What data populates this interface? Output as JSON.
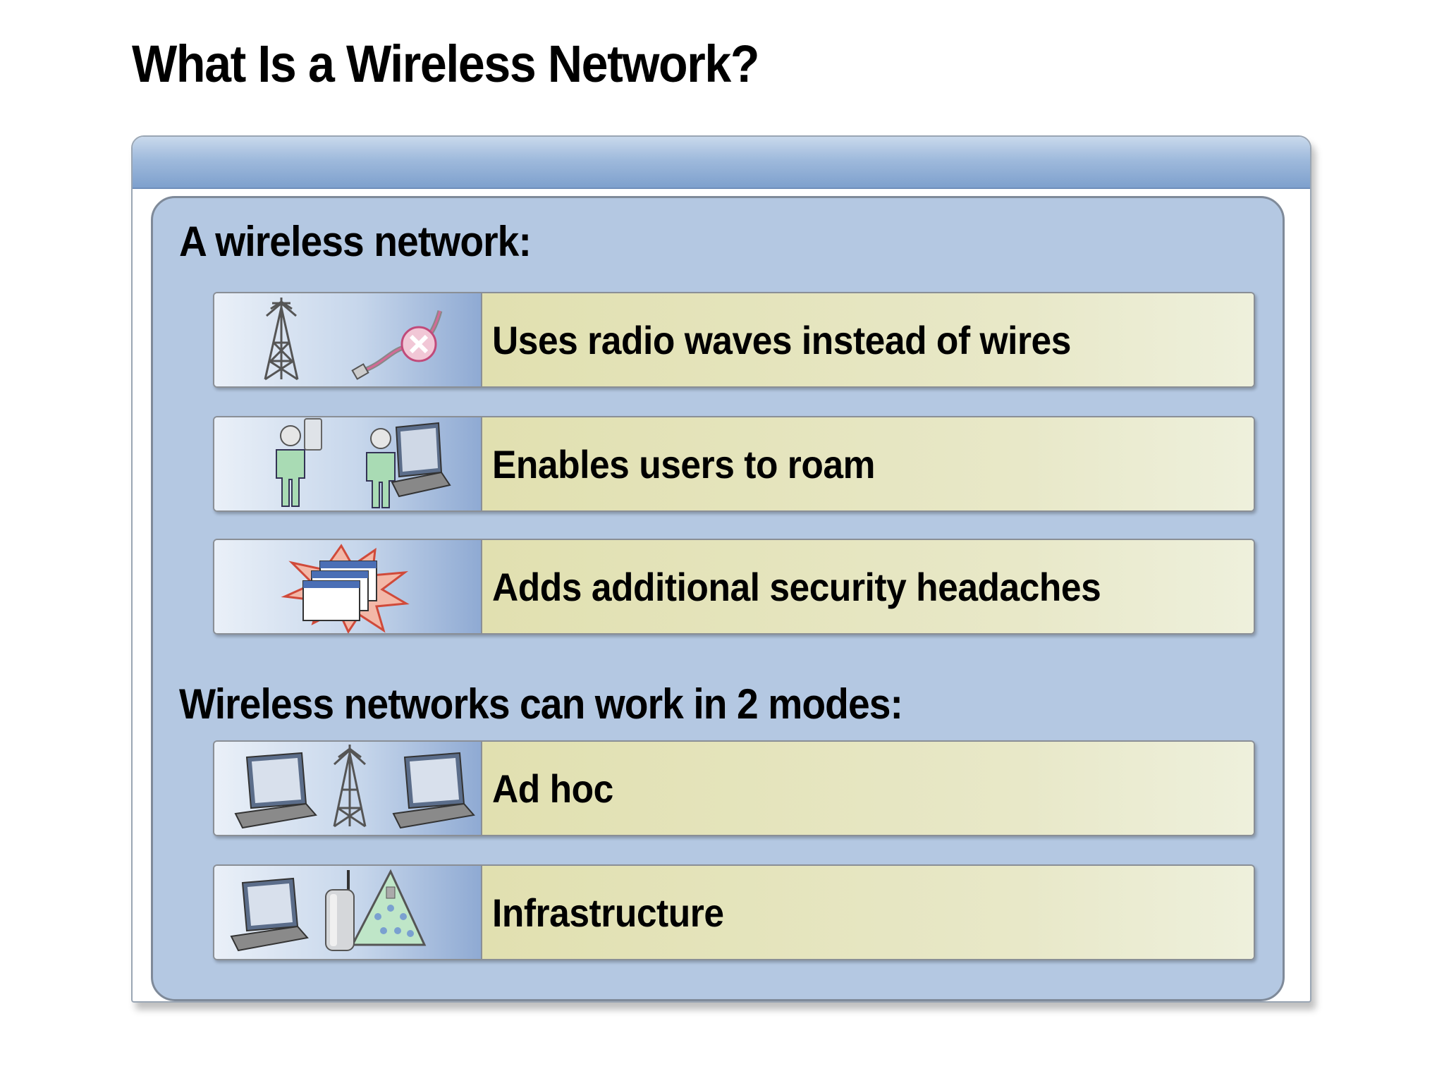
{
  "slide": {
    "title": "What Is a Wireless Network?"
  },
  "sections": [
    {
      "heading": "A wireless network:",
      "items": [
        {
          "label": "Uses radio waves instead of wires",
          "icons": [
            "radio-tower-icon",
            "unplugged-cable-icon"
          ]
        },
        {
          "label": "Enables users to roam",
          "icons": [
            "user-with-pda-icon",
            "user-with-laptop-icon"
          ]
        },
        {
          "label": "Adds additional security headaches",
          "icons": [
            "security-alert-windows-icon"
          ]
        }
      ]
    },
    {
      "heading": "Wireless networks can work in 2 modes:",
      "items": [
        {
          "label": "Ad hoc",
          "icons": [
            "laptop-icon",
            "radio-tower-icon",
            "laptop-icon"
          ]
        },
        {
          "label": "Infrastructure",
          "icons": [
            "laptop-icon",
            "access-point-icon",
            "network-users-icon"
          ]
        }
      ]
    }
  ],
  "colors": {
    "panel": "#b4c8e2",
    "row_text_bg": "#e4e3bc",
    "frame_header": "#9fbadc"
  }
}
